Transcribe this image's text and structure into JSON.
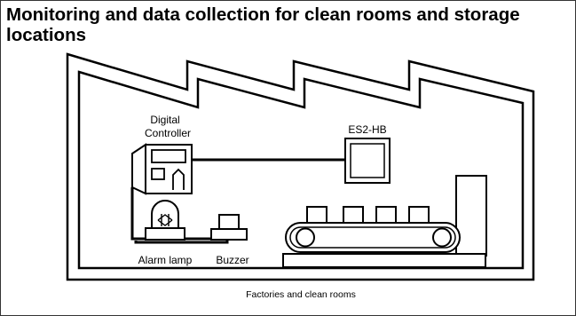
{
  "title": "Monitoring and data collection for clean rooms and storage locations",
  "labels": {
    "digital_controller_line1": "Digital",
    "digital_controller_line2": "Controller",
    "es2hb": "ES2-HB",
    "alarm_lamp": "Alarm lamp",
    "buzzer": "Buzzer",
    "caption": "Factories and clean rooms"
  }
}
